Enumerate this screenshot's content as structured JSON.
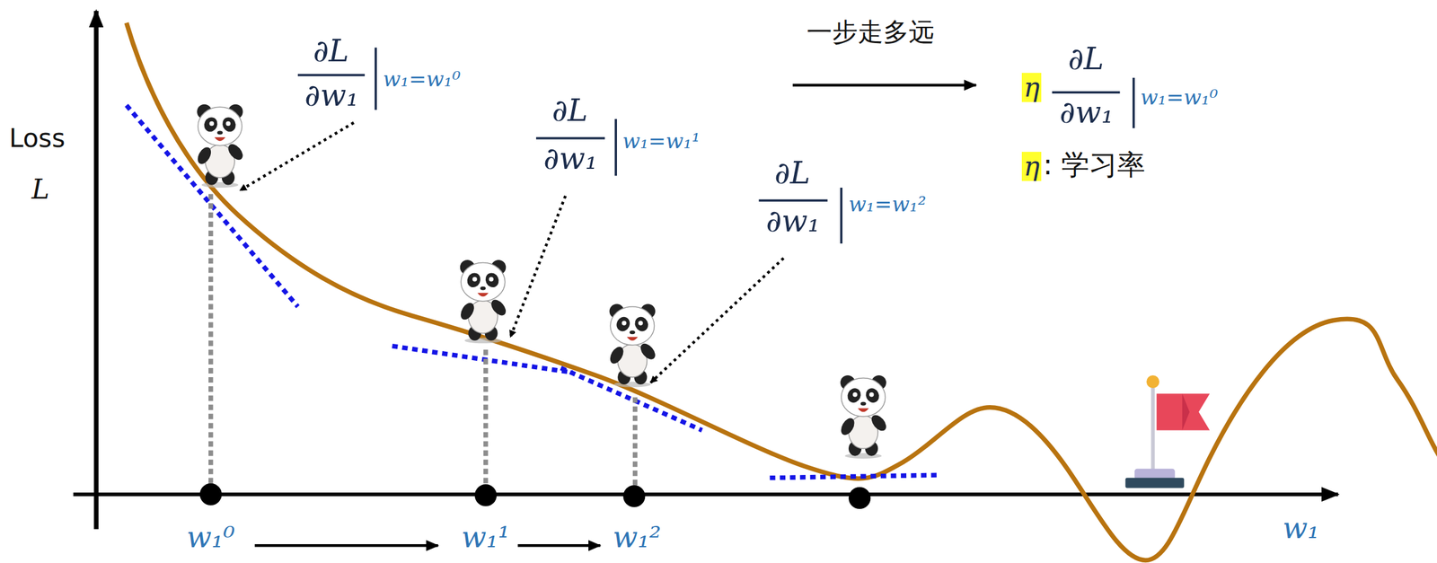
{
  "diagram": {
    "labels": [
      "Loss",
      "L",
      "∂L",
      "∂w₁",
      "w₁=w₁⁰",
      "∂L",
      "∂w₁",
      "w₁=w₁¹",
      "∂L",
      "∂w₁",
      "w₁=w₁²",
      "一步走多远",
      "η",
      "∂L",
      "∂w₁",
      "w₁=w₁⁰",
      "η",
      ": 学习率",
      "w₁⁰",
      "w₁¹",
      "w₁²",
      "w₁"
    ]
  }
}
